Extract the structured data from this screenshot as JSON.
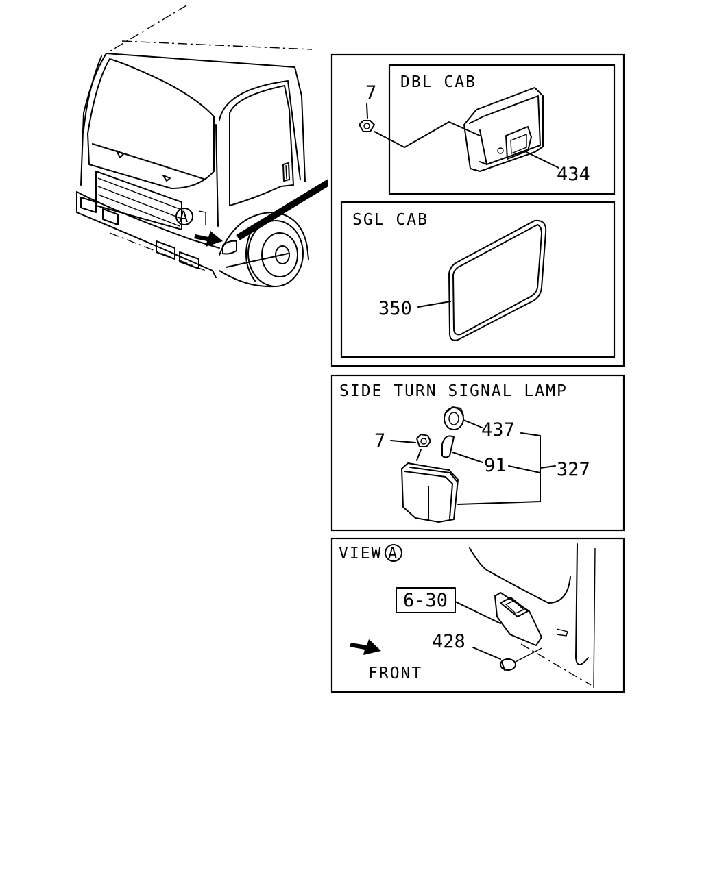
{
  "panels": {
    "dbl_cab": {
      "title": "DBL CAB",
      "callouts": {
        "nut": "7",
        "lamp": "434"
      }
    },
    "sgl_cab": {
      "title": "SGL CAB",
      "callouts": {
        "lamp": "350"
      }
    },
    "side_turn": {
      "title": "SIDE TURN SIGNAL LAMP",
      "callouts": {
        "socket": "437",
        "nut": "7",
        "bulb": "91",
        "assembly": "327"
      }
    },
    "view_a": {
      "title": "VIEW",
      "marker": "A",
      "ref_box": "6-30",
      "callouts": {
        "grommet": "428"
      },
      "direction": "FRONT"
    }
  },
  "overview": {
    "marker": "A"
  }
}
